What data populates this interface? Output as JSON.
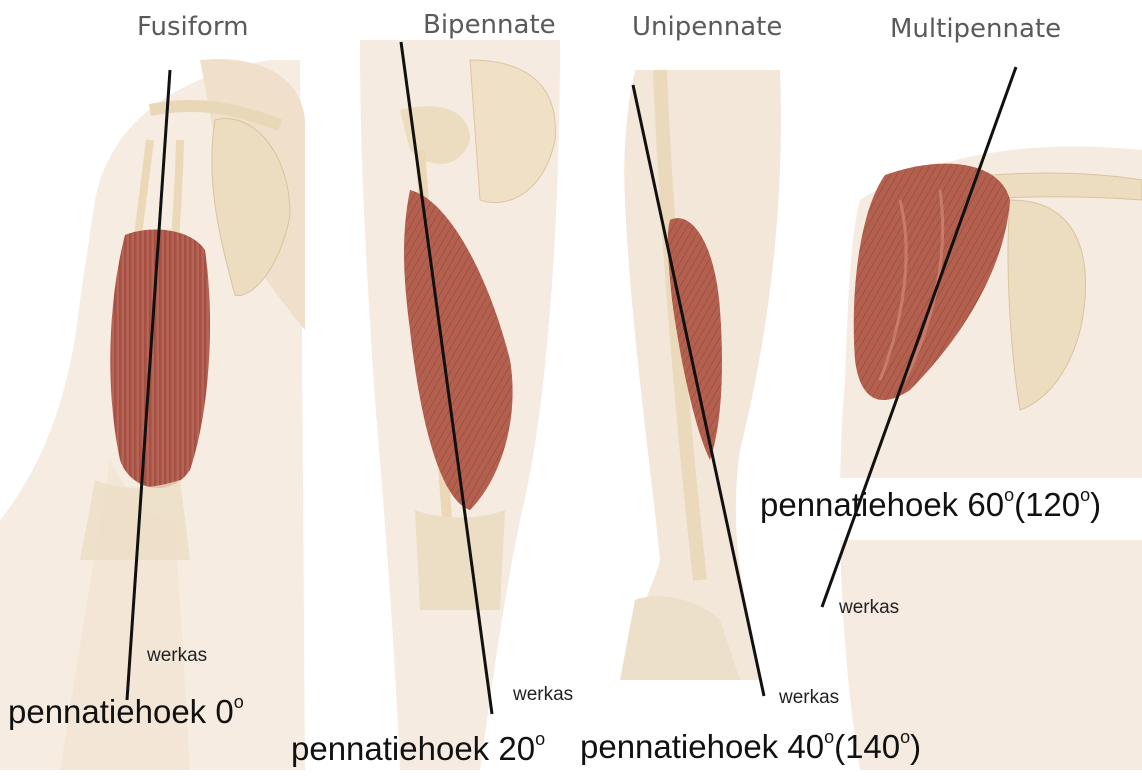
{
  "titles": {
    "fusiform": "Fusiform",
    "bipennate": "Bipennate",
    "unipennate": "Unipennate",
    "multipennate": "Multipennate"
  },
  "labels": {
    "werkas": "werkas",
    "fusiform_angle_text": "pennatiehoek 0",
    "bipennate_angle_text": "pennatiehoek 20",
    "unipennate_angle_text": "pennatiehoek 40",
    "unipennate_angle_alt": "140",
    "multipennate_angle_text": "pennatiehoek 60",
    "multipennate_angle_alt": "120",
    "degree_mark": "o",
    "paren_open": "(",
    "paren_close": ")"
  },
  "colors": {
    "skin": "#f3e6d7",
    "bone": "#efe3c6",
    "muscle": "#b05a4c",
    "muscle_dark": "#8c3c33",
    "line": "#111111"
  }
}
